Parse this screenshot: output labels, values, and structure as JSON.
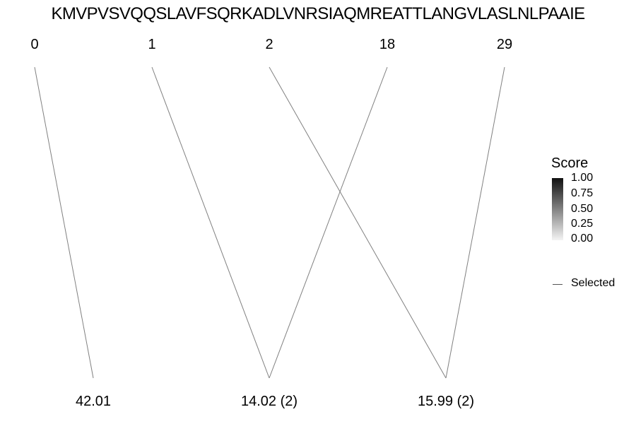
{
  "sequence": "KMVPVSVQQSLAVFSQRKADLVNRSIAQMREATTLANGVLASLNLPAAIE",
  "top_positions": [
    "0",
    "1",
    "2",
    "18",
    "29"
  ],
  "bottom_labels": [
    "42.01",
    "14.02 (2)",
    "15.99 (2)"
  ],
  "connections": [
    {
      "from": "0",
      "to": "42.01"
    },
    {
      "from": "1",
      "to": "14.02 (2)"
    },
    {
      "from": "2",
      "to": "15.99 (2)"
    },
    {
      "from": "18",
      "to": "14.02 (2)"
    },
    {
      "from": "29",
      "to": "15.99 (2)"
    }
  ],
  "legend": {
    "title": "Score",
    "ticks": [
      "1.00",
      "0.75",
      "0.50",
      "0.25",
      "0.00"
    ],
    "selected_label": "Selected"
  },
  "colors": {
    "line": "#808080",
    "gradient_high": "#111111",
    "gradient_low": "#f4f4f4"
  }
}
